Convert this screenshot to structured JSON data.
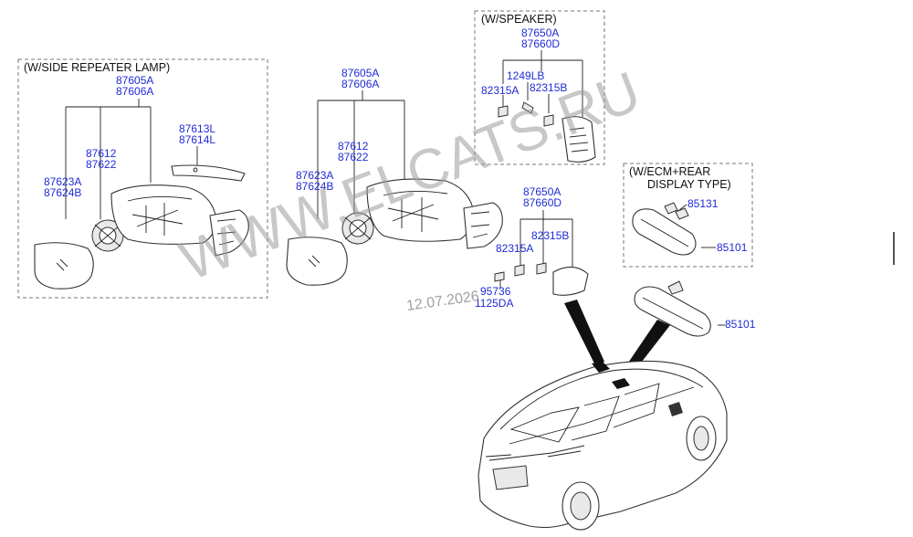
{
  "boxes": {
    "side_repeater": "(W/SIDE REPEATER LAMP)",
    "speaker": "(W/SPEAKER)",
    "ecm_line1": "(W/ECM+REAR",
    "ecm_line2": "DISPLAY TYPE)"
  },
  "labels": {
    "l_87605A_1": "87605A",
    "l_87606A_1": "87606A",
    "l_87613L": "87613L",
    "l_87614L": "87614L",
    "l_87612_1": "87612",
    "l_87622_1": "87622",
    "l_87623A_1": "87623A",
    "l_87624B_1": "87624B",
    "l_87605A_2": "87605A",
    "l_87606A_2": "87606A",
    "l_87612_2": "87612",
    "l_87622_2": "87622",
    "l_87623A_2": "87623A",
    "l_87624B_2": "87624B",
    "l_87650A_1": "87650A",
    "l_87660D_1": "87660D",
    "l_1249LB": "1249LB",
    "l_82315A_1": "82315A",
    "l_82315B_1": "82315B",
    "l_87650A_2": "87650A",
    "l_87660D_2": "87660D",
    "l_82315B_2": "82315B",
    "l_82315A_2": "82315A",
    "l_95736": "95736",
    "l_1125DA": "1125DA",
    "l_85131": "85131",
    "l_85101_1": "85101",
    "l_85101_2": "85101"
  },
  "watermark": "WWW.ELCATS.RU",
  "date_stamp": "12.07.2026"
}
